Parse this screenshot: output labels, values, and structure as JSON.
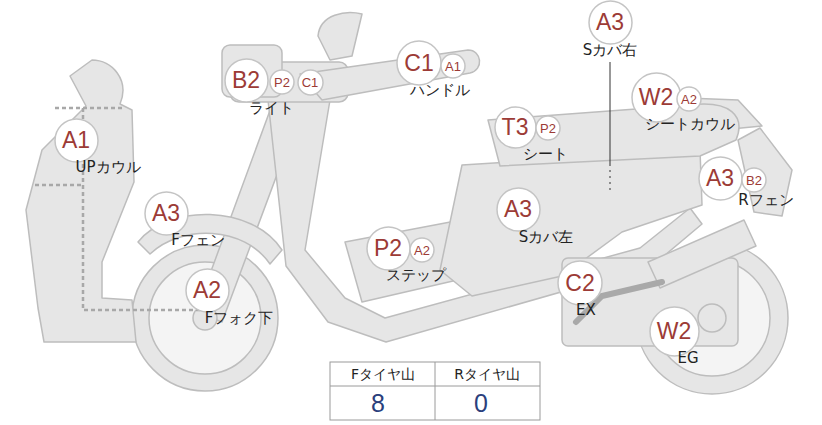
{
  "diagram": {
    "nodes": [
      {
        "text": [
          "A3"
        ]
      },
      {
        "text": [
          "C1"
        ]
      },
      {
        "text": [
          "A1"
        ]
      },
      {
        "text": [
          "B2"
        ]
      },
      {
        "text": [
          "P2"
        ]
      },
      {
        "text": [
          "C1"
        ]
      },
      {
        "text": [
          "W2"
        ]
      },
      {
        "text": [
          "A2"
        ]
      },
      {
        "text": [
          "T3"
        ]
      },
      {
        "text": [
          "P2"
        ]
      },
      {
        "text": [
          "A1"
        ]
      },
      {
        "text": [
          "A3"
        ]
      },
      {
        "text": [
          "B2"
        ]
      },
      {
        "text": [
          "A3"
        ]
      },
      {
        "text": [
          "A3"
        ]
      },
      {
        "text": [
          "P2"
        ]
      },
      {
        "text": [
          "A2"
        ]
      },
      {
        "text": [
          "A2"
        ]
      },
      {
        "text": [
          "C2"
        ]
      },
      {
        "text": [
          "W2"
        ]
      }
    ],
    "labels": [
      "Sカバ右",
      "ハンドル",
      "ライト",
      "シートカウル",
      "シート",
      "UPカウル",
      "Rフェン",
      "Fフェン",
      "Sカバ左",
      "ステップ",
      "Fフォク下",
      "EX",
      "EG",
      "Fタイヤ山",
      "Rタイヤ山",
      "8",
      "0"
    ]
  }
}
